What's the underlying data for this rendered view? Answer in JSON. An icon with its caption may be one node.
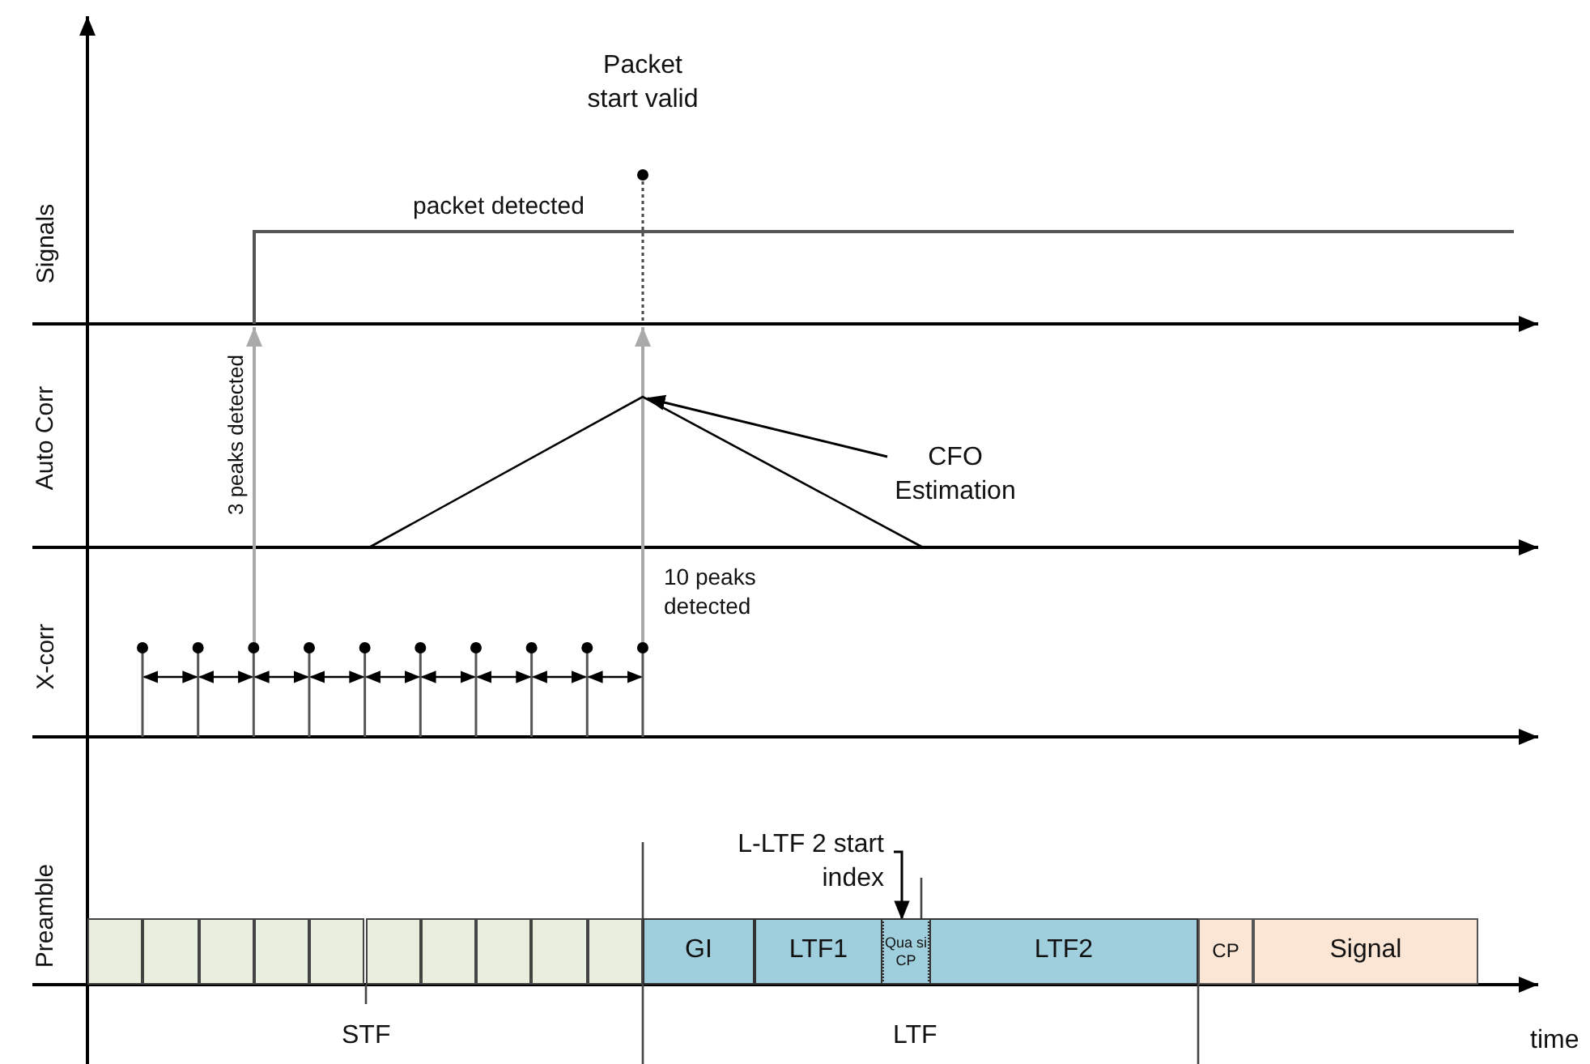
{
  "diagram": {
    "nodes": [
      {
        "text": [
          "CFO Estimation"
        ]
      },
      {
        "text": [
          "L-LTF 2 start index"
        ]
      },
      {
        "text": [],
        "shape": "box"
      },
      {
        "text": [],
        "shape": "box"
      },
      {
        "text": [],
        "shape": "box"
      },
      {
        "text": [],
        "shape": "box"
      },
      {
        "text": [],
        "shape": "box"
      },
      {
        "text": [],
        "shape": "box"
      },
      {
        "text": [],
        "shape": "box"
      },
      {
        "text": [],
        "shape": "box"
      },
      {
        "text": [],
        "shape": "box"
      },
      {
        "text": [],
        "shape": "box"
      },
      {
        "text": [
          "GI"
        ]
      },
      {
        "text": [
          "LTF1"
        ]
      },
      {
        "text": [
          "Qua si CP"
        ]
      },
      {
        "text": [
          "LTF2"
        ]
      },
      {
        "text": [
          "CP"
        ]
      },
      {
        "text": [
          "Signal"
        ]
      },
      {
        "text": [],
        "shape": "triangle"
      }
    ],
    "edges": [
      {
        "from": 0,
        "to": 18,
        "arrow": "to"
      },
      {
        "from": 1,
        "to": 14,
        "arrow": "to"
      }
    ],
    "labels": [
      "Signals",
      "Packet start valid",
      "packet detected",
      "Auto Corr",
      "3 peaks detected",
      "X-corr",
      "10 peaks detected",
      "Preamble",
      "STF",
      "LTF",
      "time"
    ]
  }
}
